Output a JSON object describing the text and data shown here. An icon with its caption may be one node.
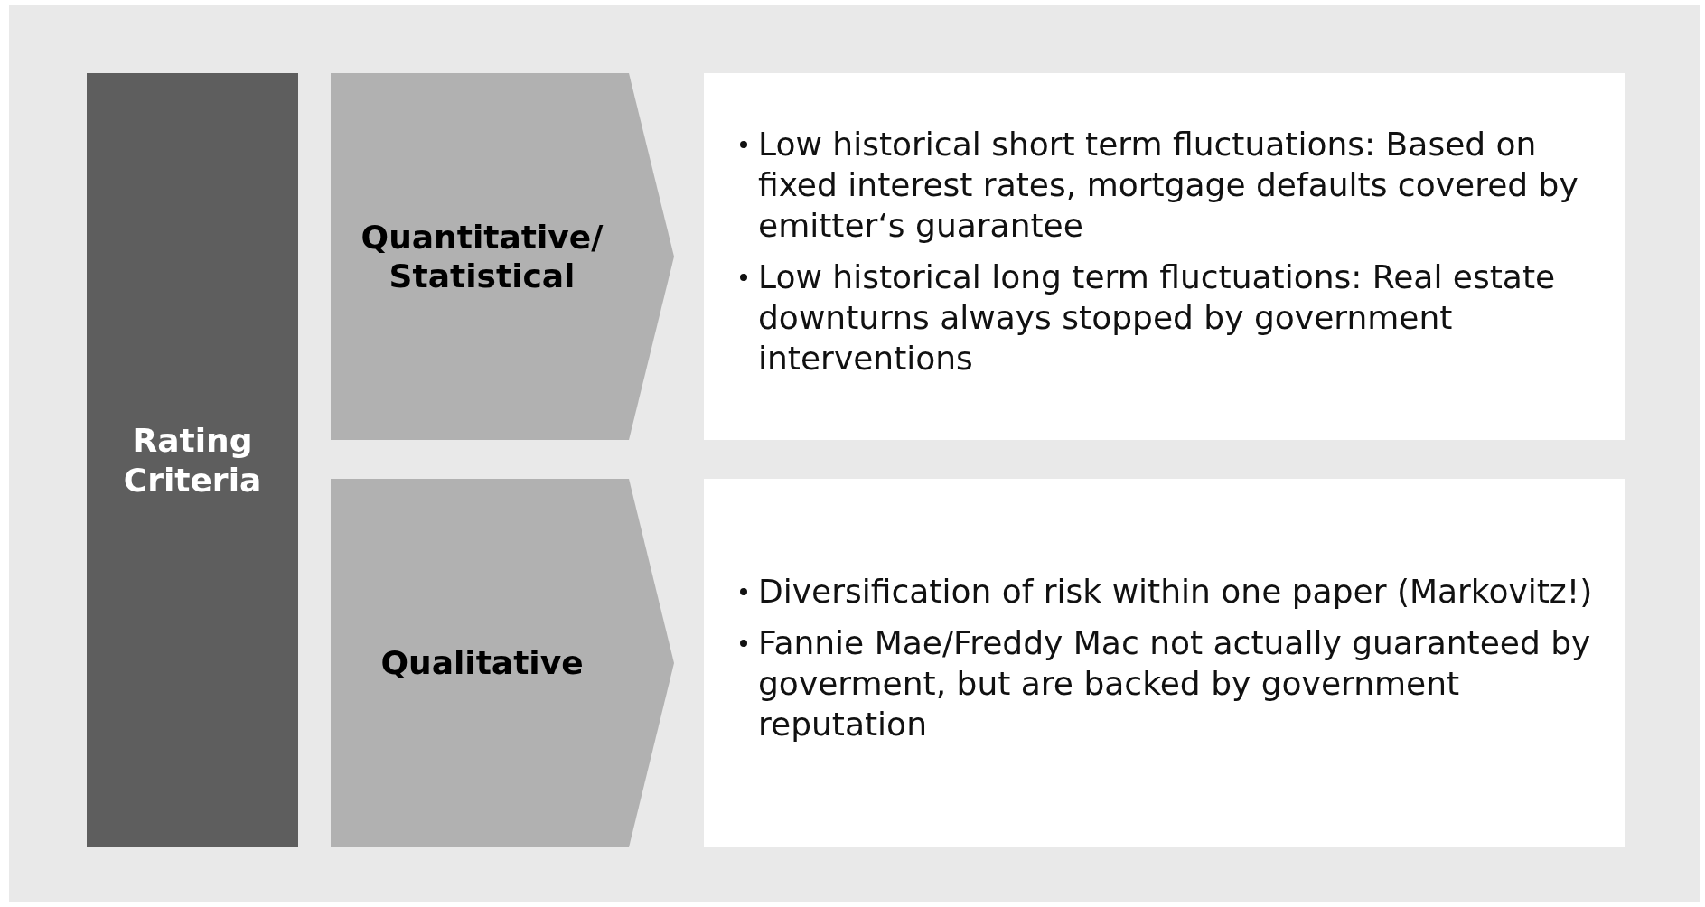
{
  "diagram": {
    "nodes": [
      {
        "text": [
          "Rating Criteria"
        ]
      },
      {
        "text": [
          "Quantitative/ Statistical"
        ]
      },
      {
        "text": [
          "Low historical short term fluctuations: Based on fixed interest rates, mortgage defaults covered by emitter‘s guarantee",
          "Low historical long term fluctuations: Real estate downturns always stopped by government interventions"
        ]
      },
      {
        "text": [
          "Qualitative"
        ]
      },
      {
        "text": [
          "Diversification of risk within one paper (Markovitz!)",
          "Fannie Mae/Freddy Mac not actually guaranteed by goverment, but are backed by government reputation"
        ]
      }
    ]
  }
}
